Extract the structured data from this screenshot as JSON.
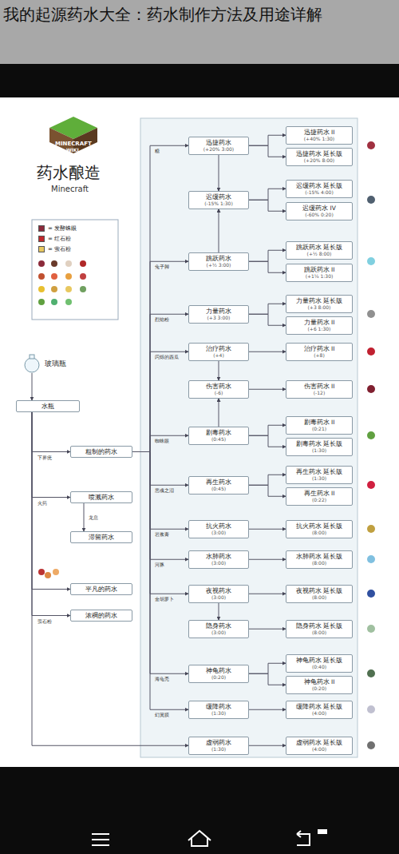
{
  "diagram": {
    "title": "我的起源药水大全：药水制作方法及用途详解",
    "nodes": [
      {
        "text": [
          "玻璃瓶"
        ]
      },
      {
        "text": [
          "水瓶"
        ]
      },
      {
        "text": [
          "粗制的药水"
        ]
      },
      {
        "text": [
          "喷溅药水"
        ]
      },
      {
        "text": [
          "滞留药水"
        ]
      },
      {
        "text": [
          "平凡的药水"
        ]
      },
      {
        "text": [
          "浓稠的药水"
        ]
      },
      {
        "text": [
          "迅捷药水",
          "(+20% 3:00)"
        ]
      },
      {
        "text": [
          "迅捷药水 II",
          "(+40% 1:30)"
        ]
      },
      {
        "text": [
          "迅捷药水 延长版",
          "(+20% 8:00)"
        ]
      },
      {
        "text": [
          "迟缓药水",
          "(-15% 1:30)"
        ]
      },
      {
        "text": [
          "迟缓药水 延长版",
          "(-15% 4:00)"
        ]
      },
      {
        "text": [
          "迟缓药水 IV",
          "(-60% 0:20)"
        ]
      },
      {
        "text": [
          "跳跃药水",
          "(+½ 3:00)"
        ]
      },
      {
        "text": [
          "跳跃药水 延长版",
          "(+½ 8:00)"
        ]
      },
      {
        "text": [
          "跳跃药水 II",
          "(+1¼ 1:30)"
        ]
      },
      {
        "text": [
          "力量药水",
          "(+3 3:00)"
        ]
      },
      {
        "text": [
          "力量药水 延长版",
          "(+3 8:00)"
        ]
      },
      {
        "text": [
          "力量药水 II",
          "(+6 1:30)"
        ]
      },
      {
        "text": [
          "治疗药水",
          "(+4)"
        ]
      },
      {
        "text": [
          "治疗药水 II",
          "(+8)"
        ]
      },
      {
        "text": [
          "伤害药水",
          "(-6)"
        ]
      },
      {
        "text": [
          "伤害药水 II",
          "(-12)"
        ]
      },
      {
        "text": [
          "剧毒药水",
          "(0:45)"
        ]
      },
      {
        "text": [
          "剧毒药水 II",
          "(0:21)"
        ]
      },
      {
        "text": [
          "剧毒药水 延长版",
          "(1:30)"
        ]
      },
      {
        "text": [
          "再生药水",
          "(0:45)"
        ]
      },
      {
        "text": [
          "再生药水 延长版",
          "(1:30)"
        ]
      },
      {
        "text": [
          "再生药水 II",
          "(0:22)"
        ]
      },
      {
        "text": [
          "抗火药水",
          "(3:00)"
        ]
      },
      {
        "text": [
          "抗火药水 延长版",
          "(8:00)"
        ]
      },
      {
        "text": [
          "水肺药水",
          "(3:00)"
        ]
      },
      {
        "text": [
          "水肺药水 延长版",
          "(8:00)"
        ]
      },
      {
        "text": [
          "夜视药水",
          "(3:00)"
        ]
      },
      {
        "text": [
          "夜视药水 延长版",
          "(8:00)"
        ]
      },
      {
        "text": [
          "隐身药水",
          "(3:00)"
        ]
      },
      {
        "text": [
          "隐身药水 延长版",
          "(8:00)"
        ]
      },
      {
        "text": [
          "神龟药水",
          "(0:20)"
        ]
      },
      {
        "text": [
          "神龟药水 延长版",
          "(0:40)"
        ]
      },
      {
        "text": [
          "神龟药水 II",
          "(0:20)"
        ]
      },
      {
        "text": [
          "缓降药水",
          "(1:30)"
        ]
      },
      {
        "text": [
          "缓降药水 延长版",
          "(4:00)"
        ]
      },
      {
        "text": [
          "虚弱药水",
          "(1:30)"
        ]
      },
      {
        "text": [
          "虚弱药水 延长版",
          "(4:00)"
        ]
      }
    ],
    "edges": [
      {
        "from": 0,
        "to": 1,
        "arrow": "to"
      },
      {
        "from": 1,
        "to": 2,
        "label": "下界疣",
        "arrow": "to"
      },
      {
        "from": 1,
        "to": 3,
        "label": "火药",
        "arrow": "to"
      },
      {
        "from": 3,
        "to": 4,
        "label": "龙息",
        "arrow": "to"
      },
      {
        "from": 1,
        "to": 5,
        "arrow": "to"
      },
      {
        "from": 1,
        "to": 6,
        "label": "萤石粉",
        "arrow": "to"
      },
      {
        "from": 2,
        "to": 7,
        "label": "糖",
        "arrow": "to"
      },
      {
        "from": 7,
        "to": 8,
        "arrow": "to"
      },
      {
        "from": 7,
        "to": 9,
        "arrow": "to"
      },
      {
        "from": 7,
        "to": 10,
        "arrow": "to"
      },
      {
        "from": 13,
        "to": 10,
        "arrow": "to"
      },
      {
        "from": 10,
        "to": 11,
        "arrow": "to"
      },
      {
        "from": 10,
        "to": 12,
        "arrow": "to"
      },
      {
        "from": 2,
        "to": 13,
        "label": "兔子脚",
        "arrow": "to"
      },
      {
        "from": 13,
        "to": 14,
        "arrow": "to"
      },
      {
        "from": 13,
        "to": 15,
        "arrow": "to"
      },
      {
        "from": 2,
        "to": 16,
        "label": "烈焰粉",
        "arrow": "to"
      },
      {
        "from": 16,
        "to": 17,
        "arrow": "to"
      },
      {
        "from": 16,
        "to": 18,
        "arrow": "to"
      },
      {
        "from": 2,
        "to": 19,
        "label": "闪烁的西瓜",
        "arrow": "to"
      },
      {
        "from": 19,
        "to": 20,
        "arrow": "to"
      },
      {
        "from": 19,
        "to": 21,
        "arrow": "to"
      },
      {
        "from": 23,
        "to": 21,
        "arrow": "to"
      },
      {
        "from": 21,
        "to": 22,
        "arrow": "to"
      },
      {
        "from": 2,
        "to": 23,
        "label": "蜘蛛眼",
        "arrow": "to"
      },
      {
        "from": 23,
        "to": 24,
        "arrow": "to"
      },
      {
        "from": 23,
        "to": 25,
        "arrow": "to"
      },
      {
        "from": 2,
        "to": 26,
        "label": "恶魂之泪",
        "arrow": "to"
      },
      {
        "from": 26,
        "to": 27,
        "arrow": "to"
      },
      {
        "from": 26,
        "to": 28,
        "arrow": "to"
      },
      {
        "from": 2,
        "to": 29,
        "label": "岩浆膏",
        "arrow": "to"
      },
      {
        "from": 29,
        "to": 30,
        "arrow": "to"
      },
      {
        "from": 2,
        "to": 31,
        "label": "河豚",
        "arrow": "to"
      },
      {
        "from": 31,
        "to": 32,
        "arrow": "to"
      },
      {
        "from": 2,
        "to": 33,
        "label": "金胡萝卜",
        "arrow": "to"
      },
      {
        "from": 33,
        "to": 34,
        "arrow": "to"
      },
      {
        "from": 33,
        "to": 35,
        "arrow": "to"
      },
      {
        "from": 35,
        "to": 36,
        "arrow": "to"
      },
      {
        "from": 2,
        "to": 37,
        "label": "海龟壳",
        "arrow": "to"
      },
      {
        "from": 37,
        "to": 38,
        "arrow": "to"
      },
      {
        "from": 37,
        "to": 39,
        "arrow": "to"
      },
      {
        "from": 2,
        "to": 40,
        "label": "幻翼膜",
        "arrow": "to"
      },
      {
        "from": 40,
        "to": 41,
        "arrow": "to"
      },
      {
        "from": 1,
        "to": 42,
        "arrow": "to"
      },
      {
        "from": 42,
        "to": 43,
        "arrow": "to"
      }
    ],
    "labels": [
      "MINECRAFT",
      "WIKI",
      "药水酿造",
      "Minecraft"
    ],
    "legend": [
      {
        "text": "= 发酵蛛眼",
        "color": "#8b2a3a"
      },
      {
        "text": "= 红石粉",
        "color": "#c0282b"
      },
      {
        "text": "= 萤石粉",
        "color": "#e8c860"
      }
    ]
  }
}
